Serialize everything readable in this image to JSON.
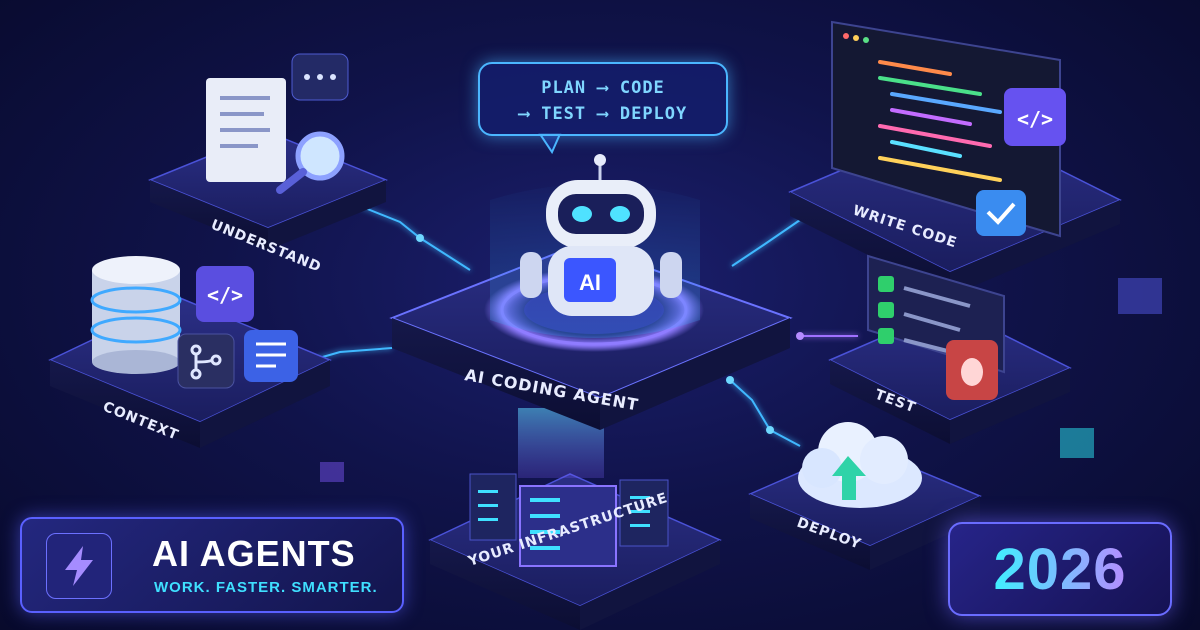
{
  "bubble": {
    "line1": "PLAN ⟶ CODE",
    "line2": "⟶ TEST ⟶ DEPLOY"
  },
  "center": {
    "label": "AI CODING AGENT",
    "robot_badge": "AI"
  },
  "nodes": {
    "understand": "UNDERSTAND",
    "context": "CONTEXT",
    "write_code": "WRITE CODE",
    "test": "TEST",
    "deploy": "DEPLOY",
    "infrastructure": "YOUR INFRASTRUCTURE"
  },
  "brand": {
    "title": "AI AGENTS",
    "subtitle": "WORK. FASTER. SMARTER."
  },
  "year": "2026",
  "icons": {
    "understand": [
      "document-icon",
      "magnifier-icon",
      "chat-bubble-icon"
    ],
    "context": [
      "database-icon",
      "code-tag-icon",
      "git-branch-icon",
      "list-icon"
    ],
    "write_code": [
      "code-editor-icon",
      "code-tag-icon",
      "checkmark-icon"
    ],
    "test": [
      "checklist-icon",
      "bug-icon"
    ],
    "deploy": [
      "cloud-upload-icon"
    ],
    "infrastructure": [
      "server-rack-icon"
    ],
    "brand": "lightning-bolt-icon"
  },
  "colors": {
    "accent": "#5a60ff",
    "cyan": "#3fe0ff",
    "violet": "#b58cff",
    "background": "#0b0e3a"
  }
}
